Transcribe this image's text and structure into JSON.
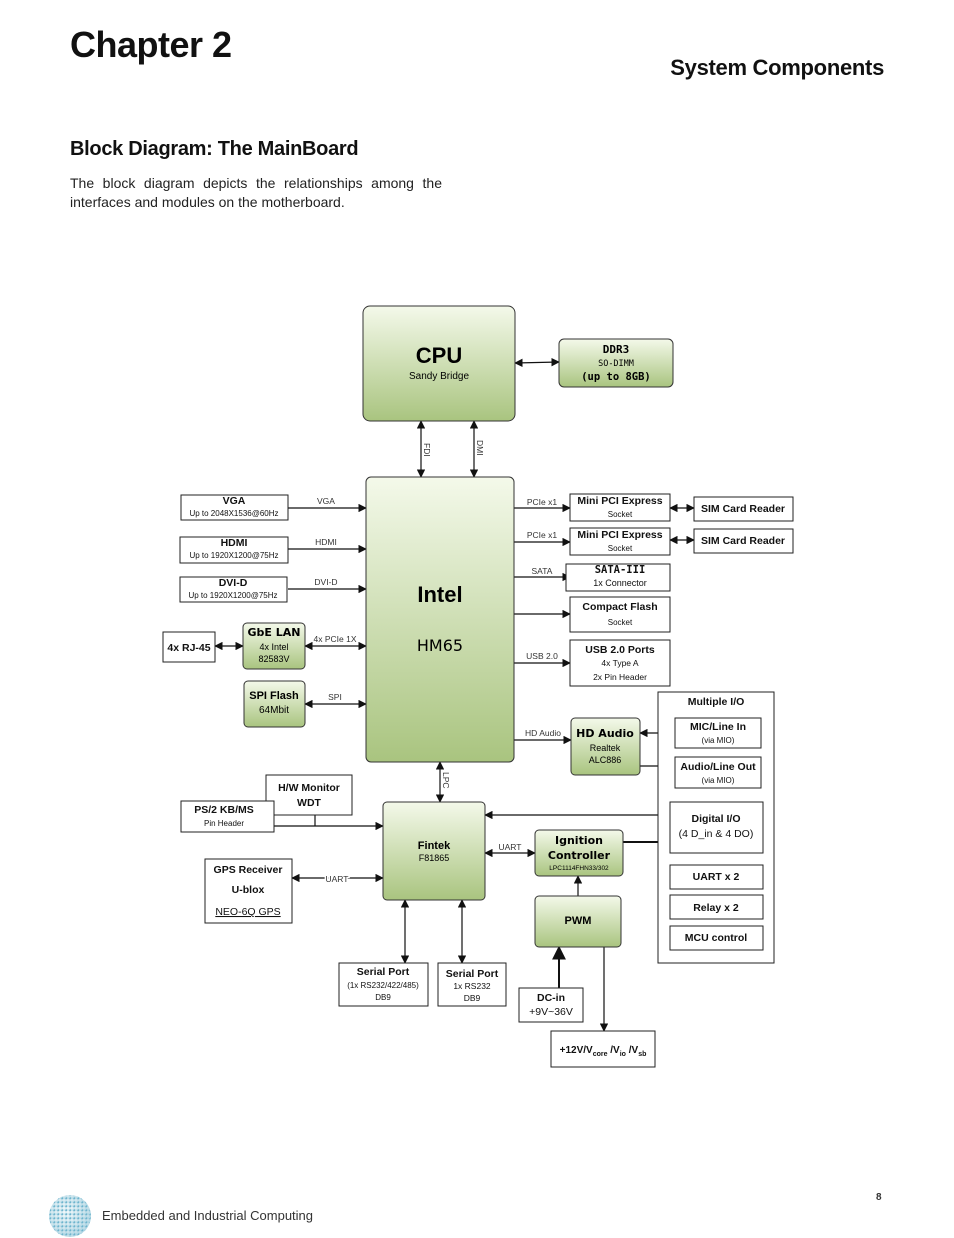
{
  "header": {
    "chapter": "Chapter 2",
    "section": "System Components"
  },
  "content": {
    "subheading": "Block Diagram: The MainBoard",
    "description": "The block diagram depicts the relationships among the interfaces and modules on the motherboard."
  },
  "diagram": {
    "cpu": {
      "title": "CPU",
      "sub": "Sandy Bridge"
    },
    "ddr3": {
      "title": "DDR3",
      "sub": "SO-DIMM",
      "cap": "(up to 8GB)"
    },
    "fdi": "FDI",
    "dmi": "DMI",
    "pch": {
      "title": "Intel",
      "sub": "HM65"
    },
    "vga": {
      "title": "VGA",
      "sub": "Up to 2048X1536@60Hz",
      "link": "VGA"
    },
    "hdmi": {
      "title": "HDMI",
      "sub": "Up to 1920X1200@75Hz",
      "link": "HDMI"
    },
    "dvid": {
      "title": "DVI-D",
      "sub": "Up to 1920X1200@75Hz",
      "link": "DVI-D"
    },
    "rj45": "4x RJ-45",
    "gbe": {
      "title": "GbE LAN",
      "sub1": "4x Intel",
      "sub2": "82583V",
      "link": "4x PCIe 1X"
    },
    "spi": {
      "title": "SPI Flash",
      "sub": "64Mbit",
      "link": "SPI"
    },
    "mpcie1": {
      "title": "Mini PCI Express",
      "sub": "Socket",
      "link": "PCIe x1"
    },
    "mpcie2": {
      "title": "Mini PCI Express",
      "sub": "Socket",
      "link": "PCIe x1"
    },
    "sim1": "SIM Card Reader",
    "sim2": "SIM Card Reader",
    "sata": {
      "title": "SATA-III",
      "sub": "1x Connector",
      "link": "SATA"
    },
    "cf": {
      "title": "Compact Flash",
      "sub": "Socket"
    },
    "usb": {
      "title": "USB 2.0 Ports",
      "sub1": "4x Type A",
      "sub2": "2x Pin Header",
      "link": "USB 2.0"
    },
    "hdaudio": {
      "title": "HD Audio",
      "sub1": "Realtek",
      "sub2": "ALC886",
      "link": "HD Audio"
    },
    "multiio": "Multiple I/O",
    "micin": {
      "title": "MIC/Line In",
      "sub": "(via MIO)"
    },
    "audioout": {
      "title": "Audio/Line Out",
      "sub": "(via MIO)"
    },
    "digitalio": {
      "title": "Digital I/O",
      "sub": "(4 D_in & 4 DO)"
    },
    "uart2": "UART x 2",
    "relay": "Relay x 2",
    "mcu": "MCU control",
    "lpc": "LPC",
    "hwmon": {
      "title": "H/W Monitor",
      "sub": "WDT"
    },
    "ps2": {
      "title": "PS/2 KB/MS",
      "sub": "Pin Header"
    },
    "gps": {
      "title": "GPS Receiver",
      "sub1": "U-blox",
      "sub2": "NEO-6Q GPS",
      "link": "UART"
    },
    "fintek": {
      "title": "Fintek",
      "sub": "F81865"
    },
    "ignition": {
      "title1": "Ignition",
      "title2": "Controller",
      "sub": "LPC1114FHN33/302",
      "link": "UART"
    },
    "pwm": "PWM",
    "serial1": {
      "title": "Serial Port",
      "sub1": "(1x RS232/422/485)",
      "sub2": "DB9"
    },
    "serial2": {
      "title": "Serial Port",
      "sub1": "1x RS232",
      "sub2": "DB9"
    },
    "dcin": {
      "title": "DC-in",
      "sub": "+9V~36V"
    },
    "power": {
      "main": "+12V/V",
      "core": "core",
      "mid": " /V",
      "io": "io",
      "mid2": " /V",
      "sb": "sb"
    }
  },
  "footer": {
    "text": "Embedded and Industrial Computing",
    "page": "8"
  }
}
